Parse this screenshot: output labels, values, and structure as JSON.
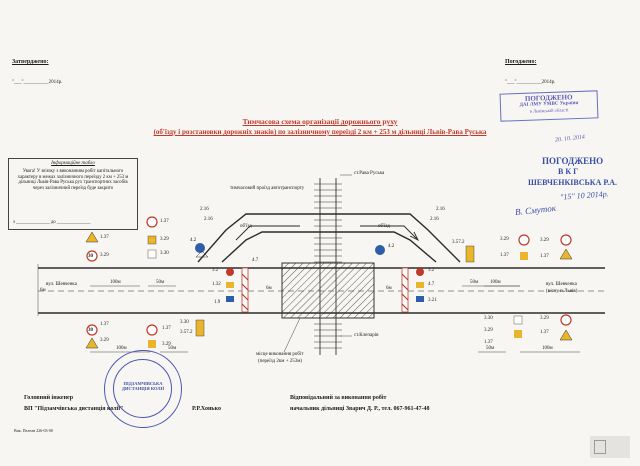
{
  "header": {
    "approved_label": "Затверджено:",
    "approved_date": "\"___\"__________2014р.",
    "agreed_label": "Погоджено:",
    "agreed_date": "\"___\"__________2014р."
  },
  "title": {
    "line1": "Тимчасова схема організації дорожнього руху",
    "line2": "(об'їзду і розстановки дорожніх знаків) по залізничному переїзді 2 км + 253 м дільниці Львів-Рава Руська"
  },
  "stamp_dai": {
    "line1": "ПОГОДЖЕНО",
    "line2": "ДАІ ЛМУ УМВС України",
    "line3": "в Львівській області",
    "signature": "20. 10. 2014"
  },
  "stamp_vkg": {
    "line1": "ПОГОДЖЕНО",
    "line2": "В К Г",
    "line3": "ШЕВЧЕНКІВСЬКА Р.А.",
    "date": "\"15\" 10 2014р.",
    "signature": "В. Смуток"
  },
  "info_box": {
    "title": "Інформаційне табло",
    "text": "Увага! У зв'язку з виконанням робіт капітального характеру в межах залізничного переїзду 2 км + 253 м дільниці Львів-Рава Руська рух транспортних засобів через залізничний переїзд буде закрито",
    "dates": "з ______________ до ______________"
  },
  "labels": {
    "station_top": "ст.Рава Руська",
    "station_bottom": "ст.Клепарів",
    "temp_passage": "тимчасовий проїзд автотранспорту",
    "detour_left": "об'їзд",
    "detour_right": "об'їзд",
    "street_left": "вул. Шевченка",
    "street_right_1": "вул. Шевченка",
    "street_right_2": "(в/сну п.Львів)",
    "work_area_1": "місце виконання робіт",
    "work_area_2": "(переїзд 2км + 253м)"
  },
  "distances": {
    "d100_tl": "100м",
    "d50_tl": "50м",
    "d100_tr": "100м",
    "d50_tr": "50м",
    "d50_bl": "50м",
    "d100_bl": "100м",
    "d50_br": "50м",
    "d100_br": "100м",
    "lane_l": "6м",
    "lane_r": "6м",
    "lane_mid": "6м"
  },
  "signs": {
    "s137_tl": "1.37",
    "s329_tl": "3.29",
    "s137_tl2": "1.37",
    "s329_tl2": "3.29",
    "s330_tl": "3.30",
    "s42_l": "4.2",
    "s42_r": "4.2",
    "s216_l": "2.16",
    "s216_r": "2.16",
    "s216_l2": "2.16",
    "s216_r2": "2.16",
    "s32_l": "3.2",
    "s132_l": "1.32",
    "s19_l": "1.9",
    "s47_l": "4.7",
    "s32_r": "3.2",
    "s47_r": "4.7",
    "s321_r": "3.21",
    "s3572_r": "3.57.2",
    "s329_tr": "3.29",
    "s137_tr": "1.37",
    "s137_tr2": "1.37",
    "s329_tr2": "3.29",
    "s330_br": "3.30",
    "s137_bl": "1.37",
    "s329_bl": "3.29",
    "s137_bl2": "1.37",
    "s329_bl2": "3.29",
    "s3572_bl": "3.57.2",
    "s330_bl": "3.30",
    "s137_br": "1.37",
    "s329_br": "3.29",
    "s137_br2": "1.37",
    "s329_br2": "3.29",
    "sp_30": "30",
    "sp_30b": "30"
  },
  "footer": {
    "left_role": "Головний інженер",
    "left_org": "ВП \"Підзамчівська дистанція колії\"",
    "left_name": "Р.Р.Хонько",
    "right_role": "Відповідальний за виконання робіт",
    "right_name": "начальник дільниці Зварич Д. Р., тел. 067-961-47-48",
    "exec_note": "Вик. Пелеан 226-03-00"
  },
  "stamp_round": {
    "text": "ПІДЗАМЧІВСЬКА ДИСТАНЦІЯ КОЛІЇ"
  },
  "colors": {
    "road": "#2b2b2b",
    "stamp_blue": "#3a4fa8",
    "sign_red": "#c0392b",
    "sign_yellow": "#e9b52c",
    "sign_blue": "#2e5ea8",
    "hatch": "#333333"
  }
}
